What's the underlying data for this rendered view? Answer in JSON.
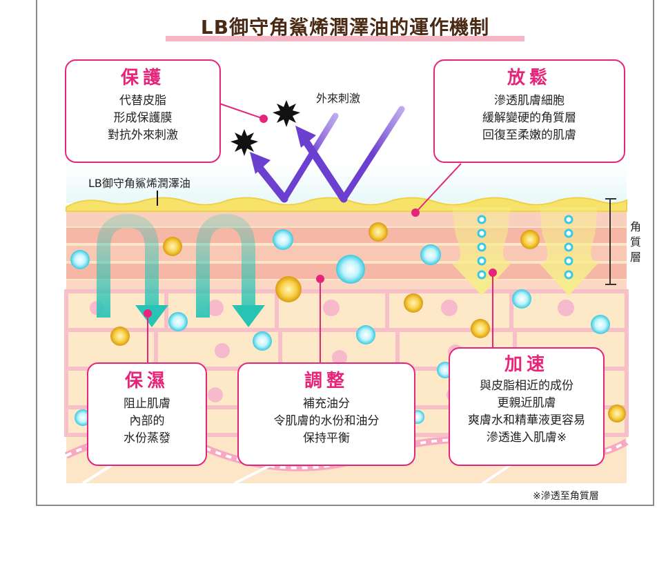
{
  "title": "LB御守角鯊烯潤澤油的運作機制",
  "labels": {
    "external": "外來刺激",
    "oil": "LB御守角鯊烯潤澤油",
    "stratum": "角質層",
    "stratum_chars": [
      "角",
      "質",
      "層"
    ],
    "footnote": "※滲透至角質層"
  },
  "boxes": {
    "protect": {
      "title": "保護",
      "lines": [
        "代替皮脂",
        "形成保護膜",
        "對抗外來刺激"
      ]
    },
    "relax": {
      "title": "放鬆",
      "lines": [
        "滲透肌膚細胞",
        "緩解變硬的角質層",
        "回復至柔嫩的肌膚"
      ]
    },
    "moisture": {
      "title": "保濕",
      "lines": [
        "阻止肌膚",
        "內部的",
        "水份蒸發"
      ]
    },
    "adjust": {
      "title": "調整",
      "lines": [
        "補充油分",
        "令肌膚的水份和油分",
        "保持平衡"
      ]
    },
    "accelerate": {
      "title": "加速",
      "lines": [
        "與皮脂相近的成份",
        "更親近肌膚",
        "爽膚水和精華液更容易",
        "滲透進入肌膚※"
      ]
    }
  },
  "colors": {
    "accent": "#e5247a",
    "title_text": "#4a2a14",
    "title_underline": "#f5b7c6",
    "oil_layer": "#f7e36a",
    "skin_band": "#f6b7a6",
    "skin_base": "#fde5c7",
    "cell_pink": "#f7b9cc",
    "teal_arrow": "#2ec4b6",
    "purple_arrow": "#7a4fd6",
    "yellow_arrow": "#f6ee8a",
    "cyan_dot": "#6fe0f0",
    "gold_dot": "#f2b21c"
  }
}
